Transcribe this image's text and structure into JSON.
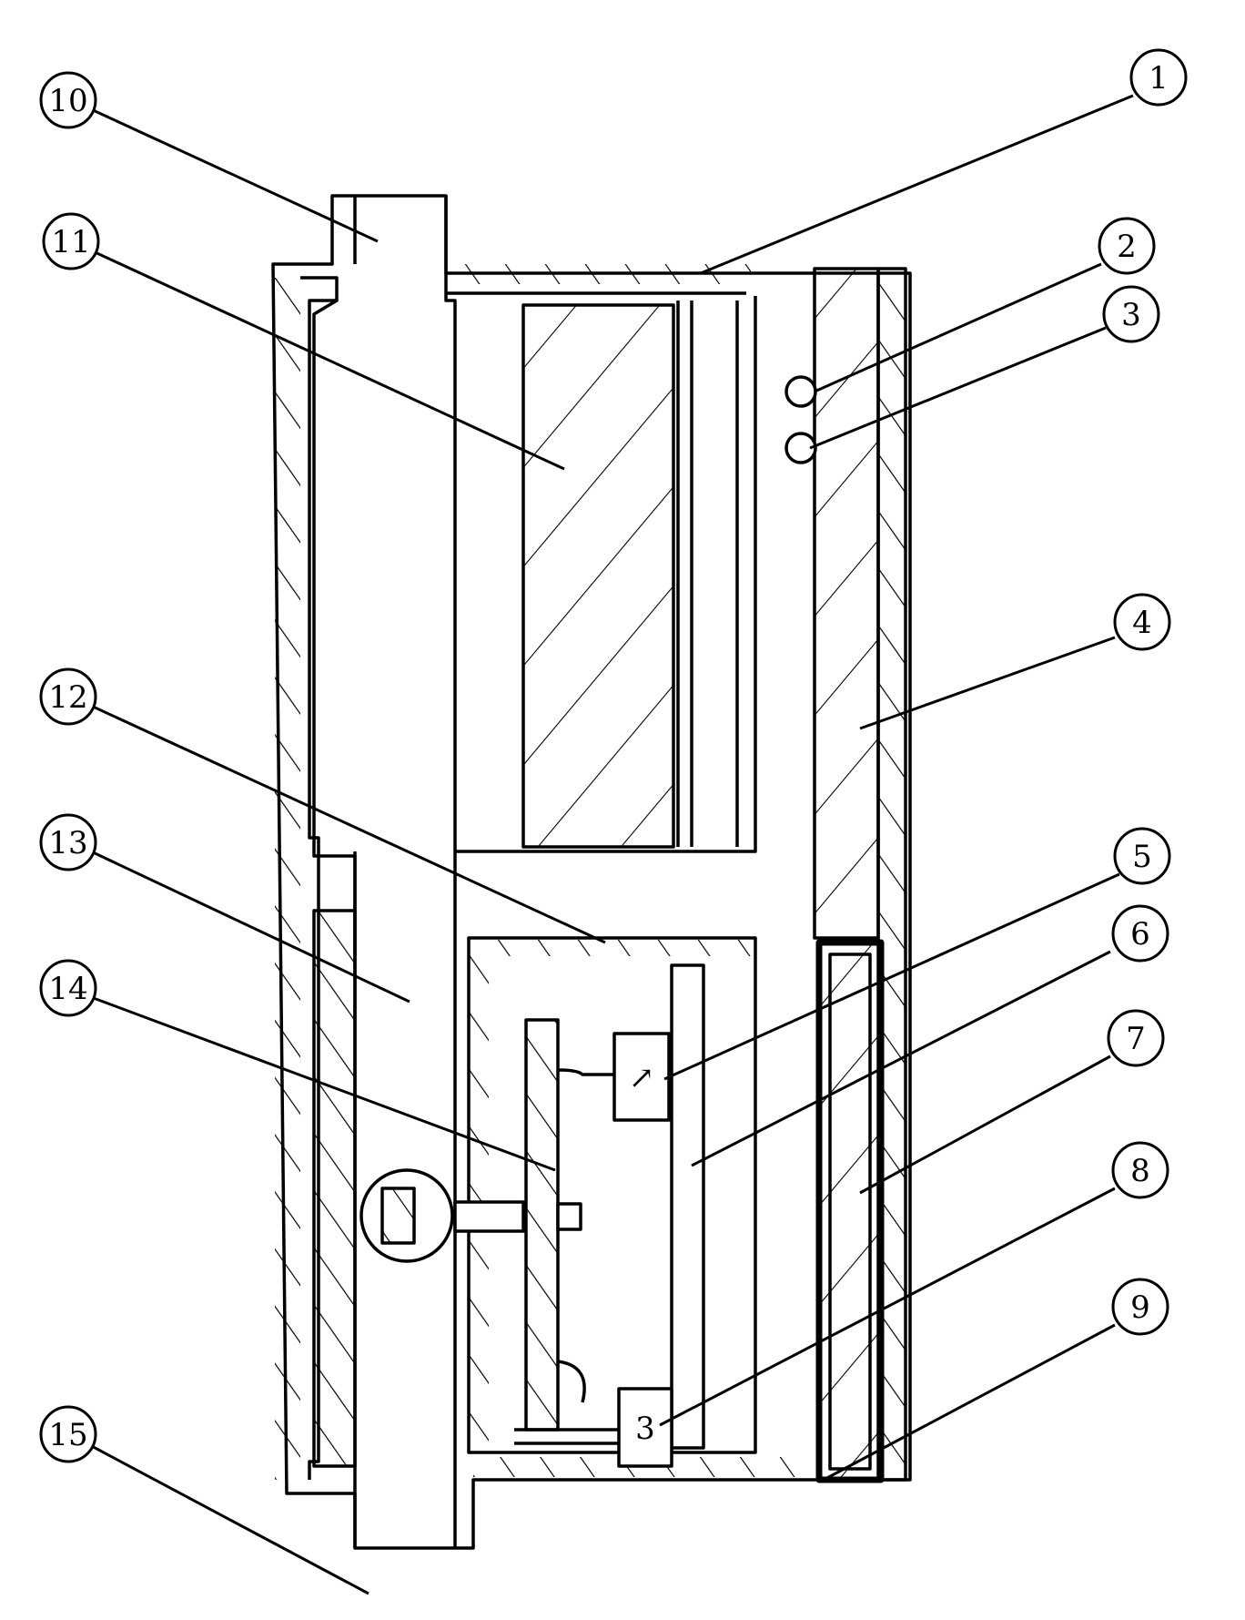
{
  "callouts": [
    {
      "id": "c1",
      "label": "1"
    },
    {
      "id": "c2",
      "label": "2"
    },
    {
      "id": "c3",
      "label": "3"
    },
    {
      "id": "c4",
      "label": "4"
    },
    {
      "id": "c5",
      "label": "5"
    },
    {
      "id": "c6",
      "label": "6"
    },
    {
      "id": "c7",
      "label": "7"
    },
    {
      "id": "c8",
      "label": "8"
    },
    {
      "id": "c9",
      "label": "9"
    },
    {
      "id": "c10",
      "label": "10"
    },
    {
      "id": "c11",
      "label": "11"
    },
    {
      "id": "c12",
      "label": "12"
    },
    {
      "id": "c13",
      "label": "13"
    },
    {
      "id": "c14",
      "label": "14"
    },
    {
      "id": "c15",
      "label": "15"
    }
  ],
  "glyphs": {
    "sensor_top": "↗",
    "sensor_bottom": "3"
  }
}
